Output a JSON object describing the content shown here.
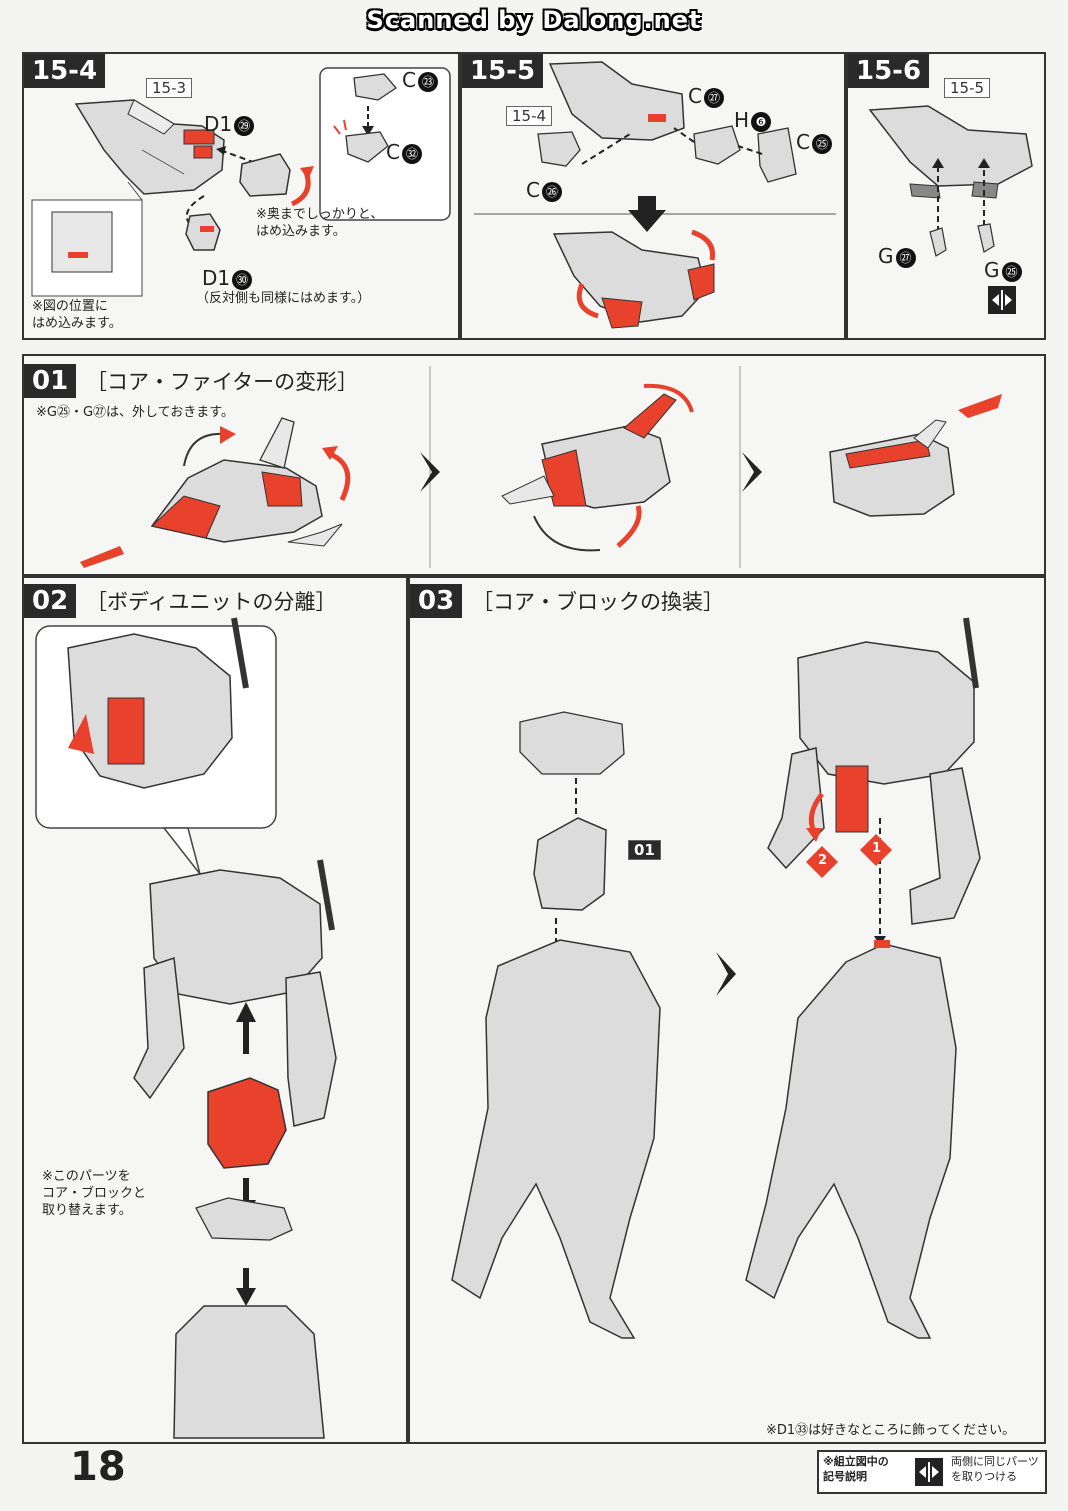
{
  "scan_title": "Scanned by Dalong.net",
  "page_number": "18",
  "steps": {
    "s15_4": {
      "badge": "15-4",
      "ref": "15-3",
      "parts": [
        {
          "letter": "D1",
          "num": "㉙"
        },
        {
          "letter": "C",
          "num": "㉓"
        },
        {
          "letter": "C",
          "num": "㉜"
        },
        {
          "letter": "D1",
          "num": "㉚"
        }
      ],
      "note_push": "※奥までしっかりと、\nはめ込みます。",
      "note_other_side": "（反対側も同様にはめます。）",
      "note_position": "※図の位置に\nはめ込みます。"
    },
    "s15_5": {
      "badge": "15-5",
      "ref": "15-4",
      "parts": [
        {
          "letter": "C",
          "num": "㉗"
        },
        {
          "letter": "H",
          "num": "❻"
        },
        {
          "letter": "C",
          "num": "㉕"
        },
        {
          "letter": "C",
          "num": "㉖"
        }
      ]
    },
    "s15_6": {
      "badge": "15-6",
      "ref": "15-5",
      "parts": [
        {
          "letter": "G",
          "num": "㉗"
        },
        {
          "letter": "G",
          "num": "㉕"
        }
      ]
    },
    "s01": {
      "badge": "01",
      "heading": "［コア・ファイターの変形］",
      "note": "※G㉕・G㉗は、外しておきます。"
    },
    "s02": {
      "badge": "02",
      "heading": "［ボディユニットの分離］",
      "note": "※このパーツを\nコア・ブロックと\n取り替えます。"
    },
    "s03": {
      "badge": "03",
      "heading": "［コア・ブロックの換装］",
      "ref_tag": "01",
      "step_1": "1",
      "step_2": "2",
      "note_bottom": "※D1㉝は好きなところに飾ってください。"
    }
  },
  "legend": {
    "title": "※組立図中の\n記号説明",
    "desc": "両側に同じパーツ\nを取りつける"
  },
  "colors": {
    "accent_red": "#e8412c",
    "part_gray": "#dcdcdc",
    "ink": "#222222"
  }
}
